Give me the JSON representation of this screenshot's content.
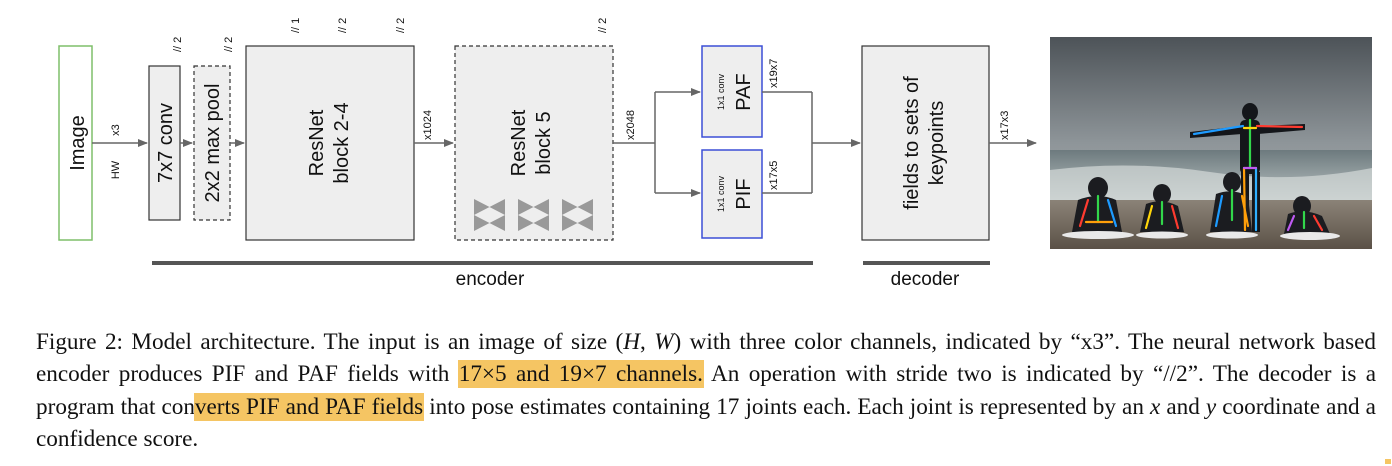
{
  "diagram": {
    "image_box": "Image",
    "input_dims": {
      "hw": "HW",
      "x3": "x3"
    },
    "conv_box": "7x7 conv",
    "pool_box": "2x2 max pool",
    "resnet_a": {
      "line1": "ResNet",
      "line2": "block 2-4"
    },
    "resnet_b": {
      "line1": "ResNet",
      "line2": "block 5"
    },
    "paf_box": {
      "small": "1x1 conv",
      "big": "PAF"
    },
    "pif_box": {
      "small": "1x1 conv",
      "big": "PIF"
    },
    "fields_box": {
      "line1": "fields to sets of",
      "line2": "keypoints"
    },
    "strides": {
      "conv": "// 2",
      "pool": "// 2",
      "r1": "// 1",
      "r2": "// 2",
      "r3": "// 2",
      "r5": "// 2"
    },
    "channels": {
      "c1024": "x1024",
      "c2048": "x2048",
      "c19x7": "x19x7",
      "c17x5": "x17x5",
      "c17x3": "x17x3"
    },
    "encoder_label": "encoder",
    "decoder_label": "decoder",
    "colors": {
      "image_border": "#7fbf6a",
      "head_border": "#3b4fd6",
      "box_fill": "#eeeeee",
      "highlight": "#f5c563"
    }
  },
  "caption": {
    "s1": "Figure 2: Model architecture. The input is an image of size (",
    "H": "H",
    "comma": ",",
    "W": "W",
    "s2": ") with three color channels, indicated by “x3”. The neural network based encoder produces PIF and PAF fields with ",
    "hl1": "17×5 and 19×7 channels.",
    "s3": " An operation with stride two is indicated by “//2”. The decoder is a program that con",
    "hl2": "verts PIF and PAF fields",
    "s4": " into pose estimates containing 17 joints each. Each joint is represented by an ",
    "x": "x",
    "s5": " and ",
    "y": "y",
    "s6": " coordinate and a confidence score."
  }
}
